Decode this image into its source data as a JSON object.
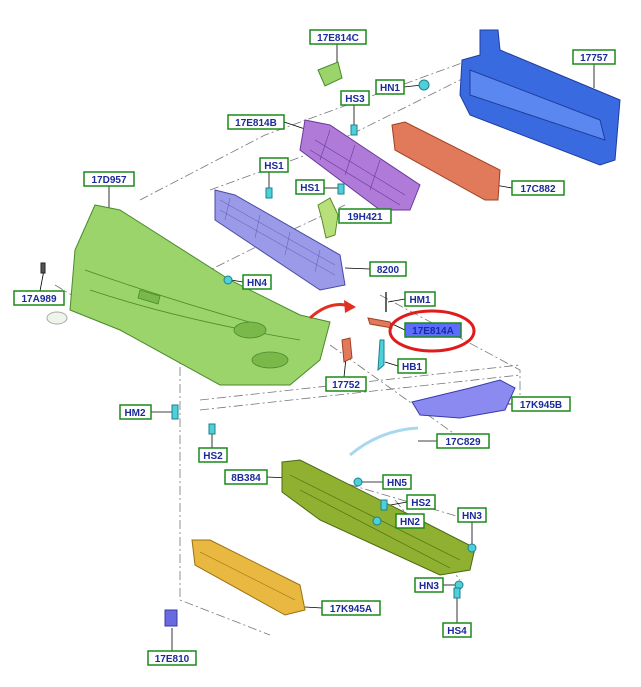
{
  "colors": {
    "label_border": "#1a8a1a",
    "label_text": "#1a2a9a",
    "highlight_fill": "#5b6cff",
    "highlight_ring": "#e01b1b",
    "arrow": "#e03020",
    "bumper": "#9ad46a",
    "grille": "#9a9ae8",
    "upper_grille": "#b07ad8",
    "reinforcement": "#3a6ae0",
    "absorber": "#e07a5a",
    "undertray": "#8fb030",
    "lower_shield": "#e8b840"
  },
  "labels": {
    "c17e814c": "17E814C",
    "c17757": "17757",
    "hn1": "HN1",
    "hs3": "HS3",
    "c17e814b": "17E814B",
    "hs1_a": "HS1",
    "hs1_b": "HS1",
    "c17c882": "17C882",
    "c17d957": "17D957",
    "c19h421": "19H421",
    "c8200": "8200",
    "hn4": "HN4",
    "c17a989": "17A989",
    "hm1": "HM1",
    "c17e814a": "17E814A",
    "hb1": "HB1",
    "c17752": "17752",
    "c17k945b": "17K945B",
    "hm2": "HM2",
    "c17c829": "17C829",
    "hs2_a": "HS2",
    "c8b384": "8B384",
    "hn5": "HN5",
    "hs2_b": "HS2",
    "hn2": "HN2",
    "hn3_a": "HN3",
    "hn3_b": "HN3",
    "c17k945a": "17K945A",
    "hs4": "HS4",
    "c17e810": "17E810"
  }
}
